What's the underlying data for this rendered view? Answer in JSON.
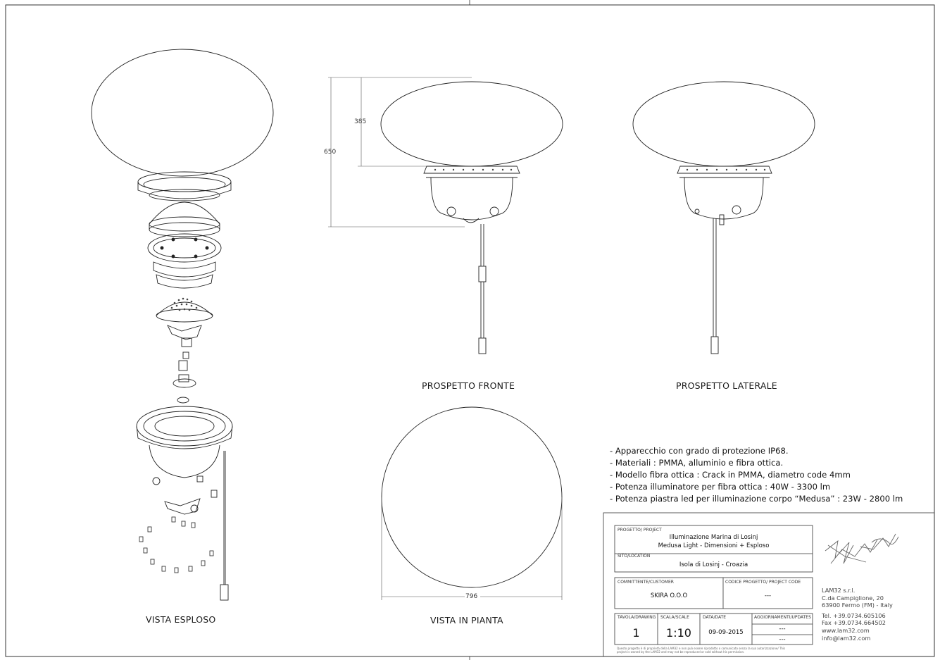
{
  "views": {
    "exploded": "VISTA ESPLOSO",
    "front": "PROSPETTO FRONTE",
    "side": "PROSPETTO LATERALE",
    "plan": "VISTA IN PIANTA"
  },
  "dimensions": {
    "height_total": "650",
    "height_globe": "385",
    "diameter": "796"
  },
  "specs": [
    "- Apparecchio con grado di protezione IP68.",
    "- Materiali : PMMA, alluminio e fibra ottica.",
    "- Modello fibra ottica : Crack in PMMA, diametro code 4mm",
    "- Potenza illuminatore per fibra ottica : 40W - 3300 lm",
    "- Potenza piastra led per illuminazione corpo “Medusa” : 23W - 2800 lm"
  ],
  "title_block": {
    "project_label": "PROGETTO/ PROJECT",
    "project_line1": "Illuminazione Marina di Losinj",
    "project_line2": "Medusa Light - Dimensioni + Esploso",
    "site_label": "SITO/LOCATION",
    "site_value": "Isola di Losinj - Croazia",
    "customer_label": "COMMITTENTE/CUSTOMER",
    "customer_value": "SKIRA O.O.O",
    "code_label": "CODICE PROGETTO/ PROJECT CODE",
    "code_value": "---",
    "drawing_label": "TAVOLA/DRAWING",
    "drawing_value": "1",
    "scale_label": "SCALA/SCALE",
    "scale_value": "1:10",
    "date_label": "DATA/DATE",
    "date_value": "09-09-2015",
    "updates_label": "AGGIORNAMENTI/UPDATES",
    "updates_value_1": "---",
    "updates_value_2": "---",
    "disclaimer": "Questo progetto è di proprietà della LAM32 e non può essere riprodotto o comunicato senza la sua autorizzazione/ This project is owned by the LAM32 and may not be reproduced or sold without his permission."
  },
  "company": {
    "name": "LAM32 s.r.l.",
    "address1": "C.da Campiglione, 20",
    "address2": "63900 Fermo (FM) - Italy",
    "tel": "Tel. +39.0734.605106",
    "fax": "Fax +39.0734.664502",
    "web": "www.lam32.com",
    "email": "info@lam32.com"
  },
  "colors": {
    "line": "#222222",
    "frame": "#333333"
  },
  "icons": {
    "logo": "lam32-signature-logo"
  }
}
